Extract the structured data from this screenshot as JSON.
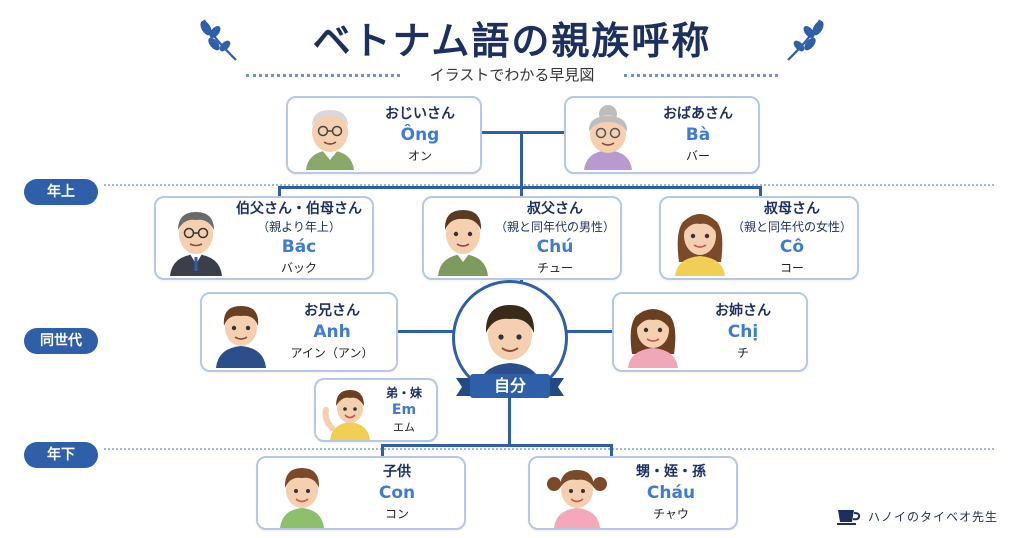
{
  "header": {
    "title": "ベトナム語の親族呼称",
    "subtitle": "イラストでわかる早見図"
  },
  "rows": {
    "older": "年上",
    "same": "同世代",
    "younger": "年下"
  },
  "people": {
    "grandfather": {
      "jp": "おじいさん",
      "vn": "Ông",
      "kana": "オン"
    },
    "grandmother": {
      "jp": "おばあさん",
      "vn": "Bà",
      "kana": "バー"
    },
    "bac": {
      "jp": "伯父さん・伯母さん",
      "note": "（親より年上）",
      "vn": "Bác",
      "kana": "バック"
    },
    "chu": {
      "jp": "叔父さん",
      "note": "（親と同年代の男性）",
      "vn": "Chú",
      "kana": "チュー"
    },
    "co": {
      "jp": "叔母さん",
      "note": "（親と同年代の女性）",
      "vn": "Cô",
      "kana": "コー"
    },
    "anh": {
      "jp": "お兄さん",
      "vn": "Anh",
      "kana": "アイン（アン）"
    },
    "chi": {
      "jp": "お姉さん",
      "vn": "Chị",
      "kana": "チ"
    },
    "em": {
      "jp": "弟・妹",
      "vn": "Em",
      "kana": "エム"
    },
    "con": {
      "jp": "子供",
      "vn": "Con",
      "kana": "コン"
    },
    "chau": {
      "jp": "甥・姪・孫",
      "vn": "Cháu",
      "kana": "チャウ"
    }
  },
  "self_label": "自分",
  "brand": {
    "name": "ハノイのタイベオ先生",
    "icon": "cup-icon"
  },
  "colors": {
    "primary": "#2f5fa8",
    "title": "#1c2f5e",
    "vietnamese_text": "#3f7bd4",
    "card_border": "#b7c8e6"
  }
}
